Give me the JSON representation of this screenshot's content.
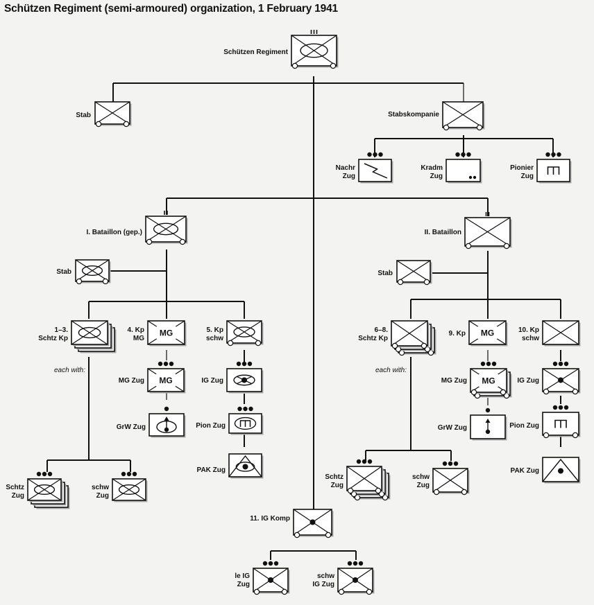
{
  "title": "Schützen Regiment (semi-armoured) organization, 1 February 1941",
  "labels": {
    "regiment": [
      "Schützen Regiment"
    ],
    "stab": [
      "Stab"
    ],
    "stabskp": [
      "Stabskompanie"
    ],
    "nachr": [
      "Nachr",
      "Zug"
    ],
    "kradm": [
      "Kradm",
      "Zug"
    ],
    "pionier": [
      "Pionier",
      "Zug"
    ],
    "bat1": [
      "I. Bataillon (gep.)"
    ],
    "bat2": [
      "II. Bataillon"
    ],
    "stab1": [
      "Stab"
    ],
    "stab2": [
      "Stab"
    ],
    "k1": [
      "1–3.",
      "Schtz Kp"
    ],
    "k4": [
      "4. Kp",
      "MG"
    ],
    "k5": [
      "5. Kp",
      "schw"
    ],
    "k6": [
      "6–8.",
      "Schtz Kp"
    ],
    "k9": [
      "9. Kp"
    ],
    "k10": [
      "10. Kp",
      "schw"
    ],
    "mgz1": [
      "MG Zug"
    ],
    "mgz2": [
      "MG Zug"
    ],
    "grw1": [
      "GrW Zug"
    ],
    "grw2": [
      "GrW Zug"
    ],
    "igz1": [
      "IG Zug"
    ],
    "igz2": [
      "IG Zug"
    ],
    "pion1": [
      "Pion Zug"
    ],
    "pion2": [
      "Pion Zug"
    ],
    "pak1": [
      "PAK Zug"
    ],
    "pak2": [
      "PAK Zug"
    ],
    "sz1": [
      "Schtz",
      "Zug"
    ],
    "sw1": [
      "schw",
      "Zug"
    ],
    "sz2": [
      "Schtz",
      "Zug"
    ],
    "sw2": [
      "schw",
      "Zug"
    ],
    "k11": [
      "11. IG Komp"
    ],
    "leig": [
      "le IG",
      "Zug"
    ],
    "swig": [
      "schw",
      "IG Zug"
    ]
  },
  "symbol_text": {
    "k4": "MG",
    "k9": "MG",
    "mgz1": "MG",
    "mgz2": "MG"
  },
  "notes": {
    "each_with_left": "each with:",
    "each_with_right": "each with:"
  },
  "colors": {
    "background": "#f3f3f1",
    "line": "#111111",
    "box_fill": "#ffffff",
    "shadow": "#aaaaaa"
  }
}
